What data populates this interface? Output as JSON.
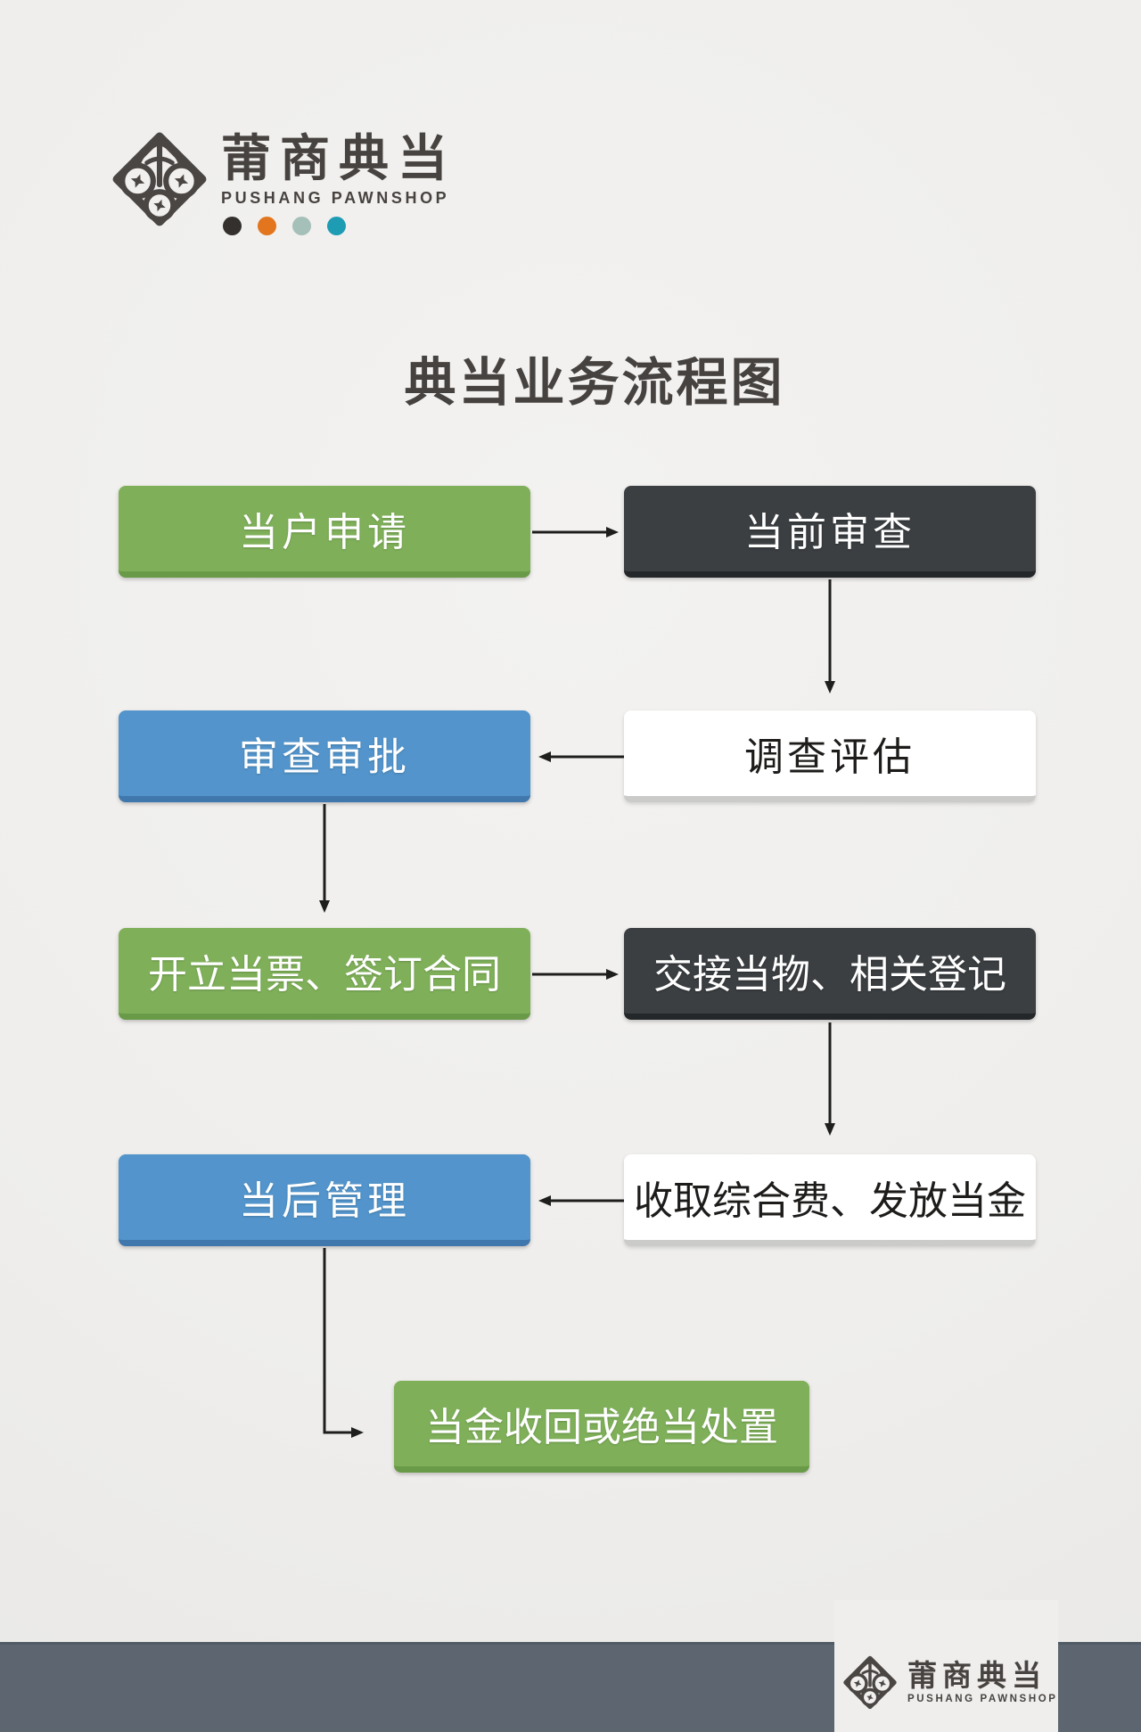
{
  "brand": {
    "name_cn": "莆商典当",
    "name_en": "PUSHANG PAWNSHOP",
    "dot_colors": [
      "#33302e",
      "#e2751d",
      "#a4c0b8",
      "#1d9cb4"
    ]
  },
  "title": "典当业务流程图",
  "flow": {
    "nodes": [
      {
        "id": "apply",
        "label": "当户申请",
        "style": "green",
        "position": "row1-left"
      },
      {
        "id": "initial-review",
        "label": "当前审查",
        "style": "dark",
        "position": "row1-right"
      },
      {
        "id": "review-approval",
        "label": "审查审批",
        "style": "blue",
        "position": "row2-left"
      },
      {
        "id": "investigation",
        "label": "调查评估",
        "style": "white",
        "position": "row2-right"
      },
      {
        "id": "ticket-contract",
        "label": "开立当票、签订合同",
        "style": "green",
        "position": "row3-left"
      },
      {
        "id": "handover-register",
        "label": "交接当物、相关登记",
        "style": "dark",
        "position": "row3-right"
      },
      {
        "id": "post-management",
        "label": "当后管理",
        "style": "blue",
        "position": "row4-left"
      },
      {
        "id": "fee-and-loan",
        "label": "收取综合费、发放当金",
        "style": "white",
        "position": "row4-right"
      },
      {
        "id": "redeem-dispose",
        "label": "当金收回或绝当处置",
        "style": "green",
        "position": "row5-center"
      }
    ],
    "edges": [
      {
        "from": "当户申请",
        "to": "当前审查"
      },
      {
        "from": "当前审查",
        "to": "调查评估"
      },
      {
        "from": "调查评估",
        "to": "审查审批"
      },
      {
        "from": "审查审批",
        "to": "开立当票、签订合同"
      },
      {
        "from": "开立当票、签订合同",
        "to": "交接当物、相关登记"
      },
      {
        "from": "交接当物、相关登记",
        "to": "收取综合费、发放当金"
      },
      {
        "from": "收取综合费、发放当金",
        "to": "当后管理"
      },
      {
        "from": "当后管理",
        "to": "当金收回或绝当处置"
      }
    ]
  },
  "colors": {
    "box_green": "#7fb059",
    "box_dark": "#3b3f42",
    "box_blue": "#5294cb",
    "box_white": "#ffffff",
    "arrow": "#1e1e1c",
    "footer_band": "#5d6670",
    "background": "#efeeec",
    "title_text": "#454240"
  },
  "footer": {
    "name_cn": "莆商典当",
    "name_en": "PUSHANG PAWNSHOP"
  }
}
